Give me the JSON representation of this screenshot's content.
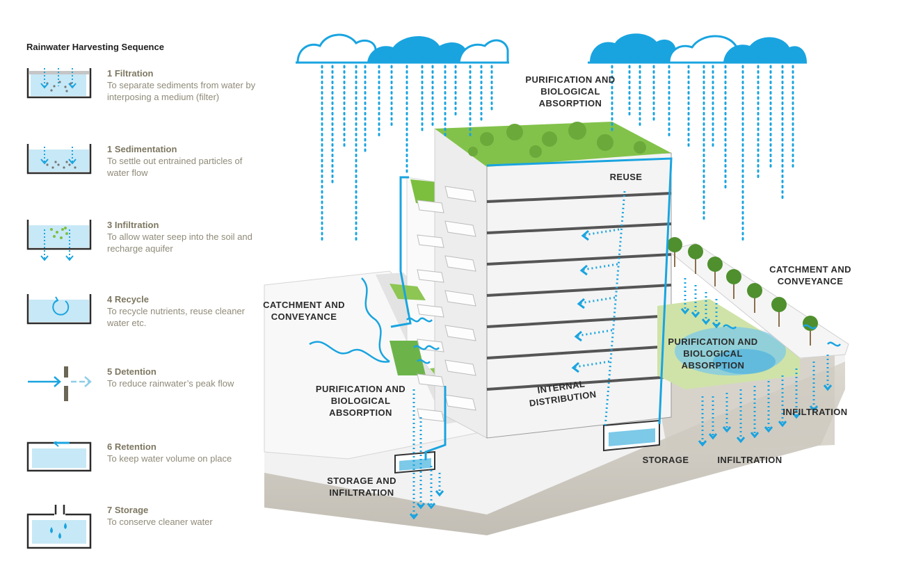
{
  "legend": {
    "title": "Rainwater Harvesting Sequence",
    "steps": [
      {
        "title": "1  Filtration",
        "desc": "To separate sediments from water by interposing a medium (filter)",
        "icon": "filtration-icon"
      },
      {
        "title": "1  Sedimentation",
        "desc": "To settle out entrained particles of water flow",
        "icon": "sedimentation-icon"
      },
      {
        "title": "3  Infiltration",
        "desc": "To allow water seep into the soil and recharge aquifer",
        "icon": "infiltration-icon"
      },
      {
        "title": "4  Recycle",
        "desc": "To recycle nutrients, reuse cleaner water etc.",
        "icon": "recycle-icon"
      },
      {
        "title": "5  Detention",
        "desc": "To reduce rainwater’s peak flow",
        "icon": "detention-icon"
      },
      {
        "title": "6  Retention",
        "desc": "To keep water volume on place",
        "icon": "retention-icon"
      },
      {
        "title": "7  Storage",
        "desc": "To conserve cleaner water",
        "icon": "storage-icon"
      }
    ]
  },
  "diagram": {
    "labels": {
      "purification_top": "PURIFICATION AND BIOLOGICAL ABSORPTION",
      "reuse": "REUSE",
      "catchment_right": "CATCHMENT AND CONVEYANCE",
      "catchment_left": "CATCHMENT AND CONVEYANCE",
      "purification_right": "PURIFICATION AND BIOLOGICAL ABSORPTION",
      "purification_left": "PURIFICATION AND BIOLOGICAL ABSORPTION",
      "internal_distribution": "INTERNAL DISTRIBUTION",
      "infiltration_right": "INFILTRATION",
      "storage": "STORAGE",
      "infiltration_bottom": "INFILTRATION",
      "storage_infiltration": "STORAGE AND INFILTRATION"
    }
  },
  "colors": {
    "water": "#19a4e0",
    "water_light": "#c7e8f6",
    "dark": "#2b2b2b",
    "green": "#7cbf3f",
    "legend_text": "#8f8a78"
  }
}
